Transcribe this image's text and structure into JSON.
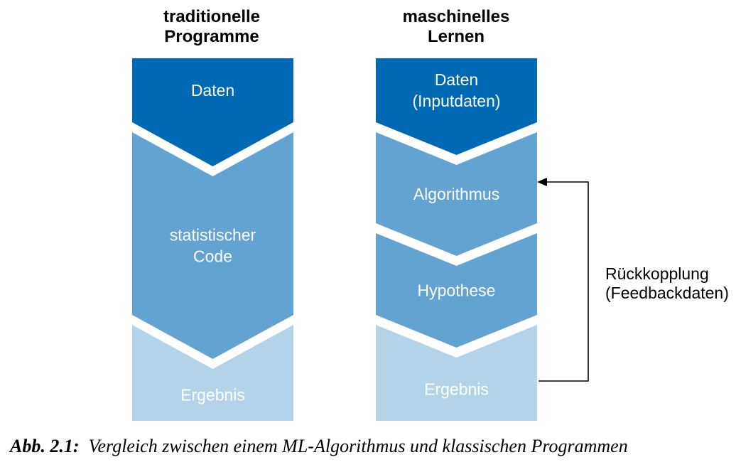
{
  "left_column": {
    "title_line1": "traditionelle",
    "title_line2": "Programme",
    "boxes": [
      {
        "lines": [
          "Daten"
        ],
        "color": "#0069b4"
      },
      {
        "lines": [
          "statistischer",
          "Code"
        ],
        "color": "#63a3d1"
      },
      {
        "lines": [
          "Ergebnis"
        ],
        "color": "#b3d3e9"
      }
    ]
  },
  "right_column": {
    "title_line1": "maschinelles",
    "title_line2": "Lernen",
    "boxes": [
      {
        "lines": [
          "Daten",
          "(Inputdaten)"
        ],
        "color": "#0069b4"
      },
      {
        "lines": [
          "Algorithmus"
        ],
        "color": "#63a3d1"
      },
      {
        "lines": [
          "Hypothese"
        ],
        "color": "#63a3d1"
      },
      {
        "lines": [
          "Ergebnis"
        ],
        "color": "#b3d3e9"
      }
    ]
  },
  "feedback": {
    "line1": "Rückkopplung",
    "line2": "(Feedbackdaten)"
  },
  "caption": {
    "label": "Abb. 2.1:",
    "text": "Vergleich zwischen einem ML-Algorithmus und klassischen Programmen"
  }
}
